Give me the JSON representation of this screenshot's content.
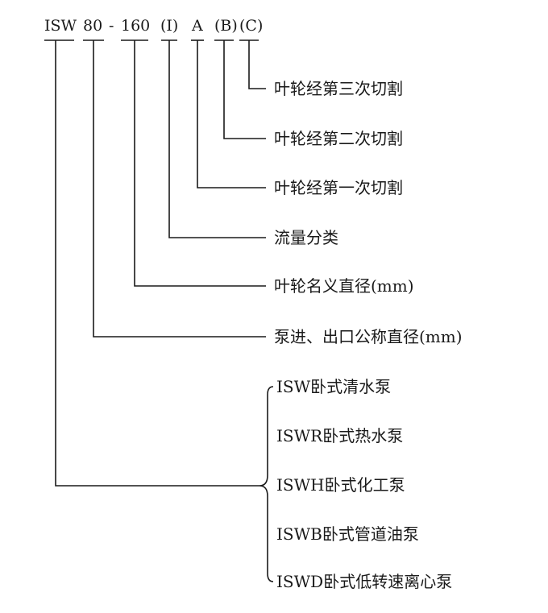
{
  "model_code": {
    "parts": [
      "ISW",
      "80",
      "-",
      "160",
      "(I)",
      "A",
      "(B)",
      "(C)"
    ]
  },
  "meanings": [
    "叶轮经第三次切割",
    "叶轮经第二次切割",
    "叶轮经第一次切割",
    "流量分类",
    "叶轮名义直径(mm)",
    "泵进、出口公称直径(mm)"
  ],
  "pump_types": [
    "ISW卧式清水泵",
    "ISWR卧式热水泵",
    "ISWH卧式化工泵",
    "ISWB卧式管道油泵",
    "ISWD卧式低转速离心泵"
  ],
  "colors": {
    "ink": "#1a1a1a",
    "background": "#ffffff"
  }
}
